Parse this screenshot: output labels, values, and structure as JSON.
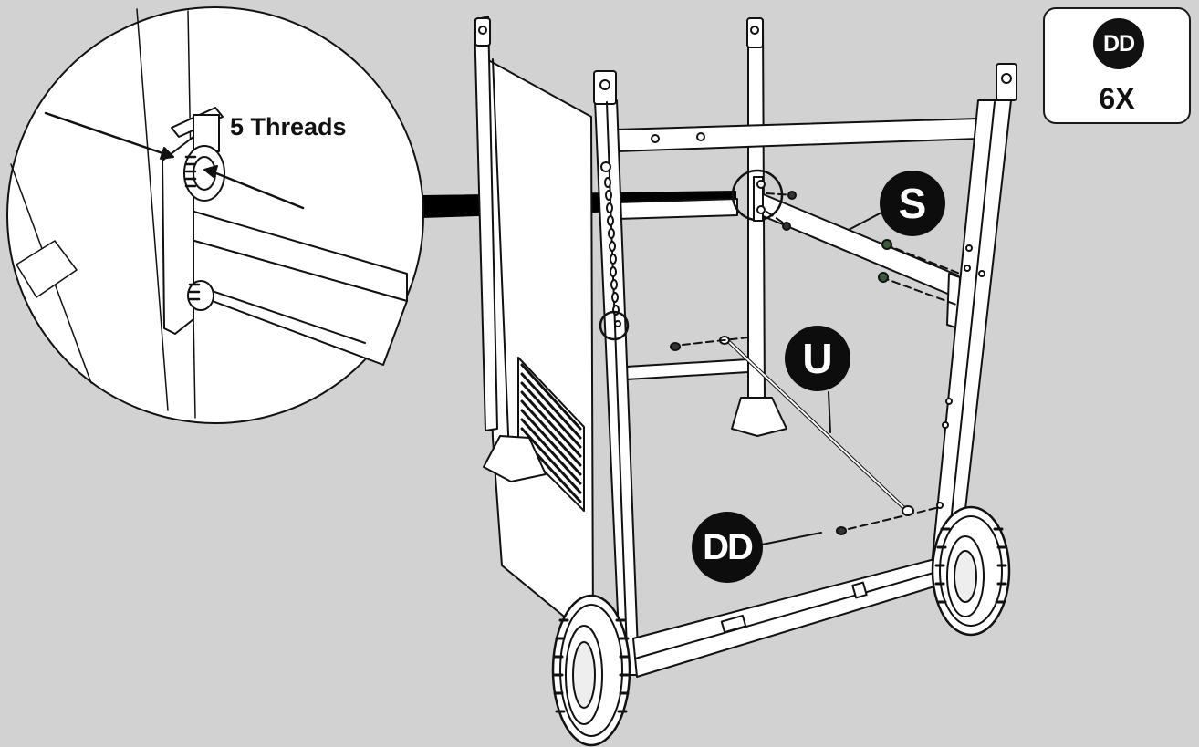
{
  "part_box": {
    "badge": "DD",
    "quantity": "6X"
  },
  "callouts": {
    "s": "S",
    "u": "U",
    "dd": "DD"
  },
  "detail": {
    "threads_label": "5 Threads"
  },
  "colors": {
    "background": "#d2d2d2",
    "line": "#111111",
    "fill": "#ffffff"
  }
}
